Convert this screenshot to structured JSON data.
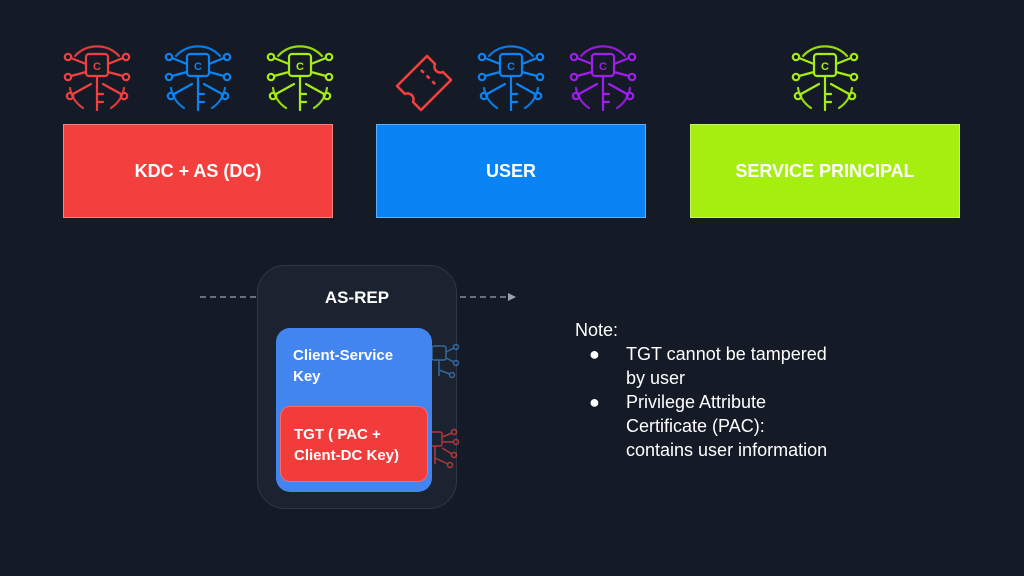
{
  "boxes": [
    {
      "label": "KDC + AS (DC)",
      "color": "#f43f3f"
    },
    {
      "label": "USER",
      "color": "#0a84f5"
    },
    {
      "label": "SERVICE PRINCIPAL",
      "color": "#a6ee10"
    }
  ],
  "icons": [
    {
      "name": "kdc-key-icon",
      "color": "#f43f3f",
      "glyph": "C"
    },
    {
      "name": "kdc-key-icon-2",
      "color": "#0a84f5",
      "glyph": "C"
    },
    {
      "name": "kdc-key-icon-3",
      "color": "#a6ee10",
      "glyph": "C"
    },
    {
      "name": "ticket-icon",
      "color": "#f43f3f"
    },
    {
      "name": "user-key-icon",
      "color": "#0a84f5",
      "glyph": "C"
    },
    {
      "name": "user-key-icon-2",
      "color": "#a01cf0",
      "glyph": "C"
    },
    {
      "name": "service-key-icon",
      "color": "#a6ee10",
      "glyph": "C"
    }
  ],
  "message": {
    "title": "AS-REP",
    "client_service_key": "Client-Service Key",
    "tgt_label": "TGT ( PAC + Client-DC Key)"
  },
  "note": {
    "heading": "Note:",
    "items": [
      "TGT cannot be tampered by user",
      "Privilege Attribute Certificate (PAC): contains user information"
    ],
    "bullet": "●"
  }
}
